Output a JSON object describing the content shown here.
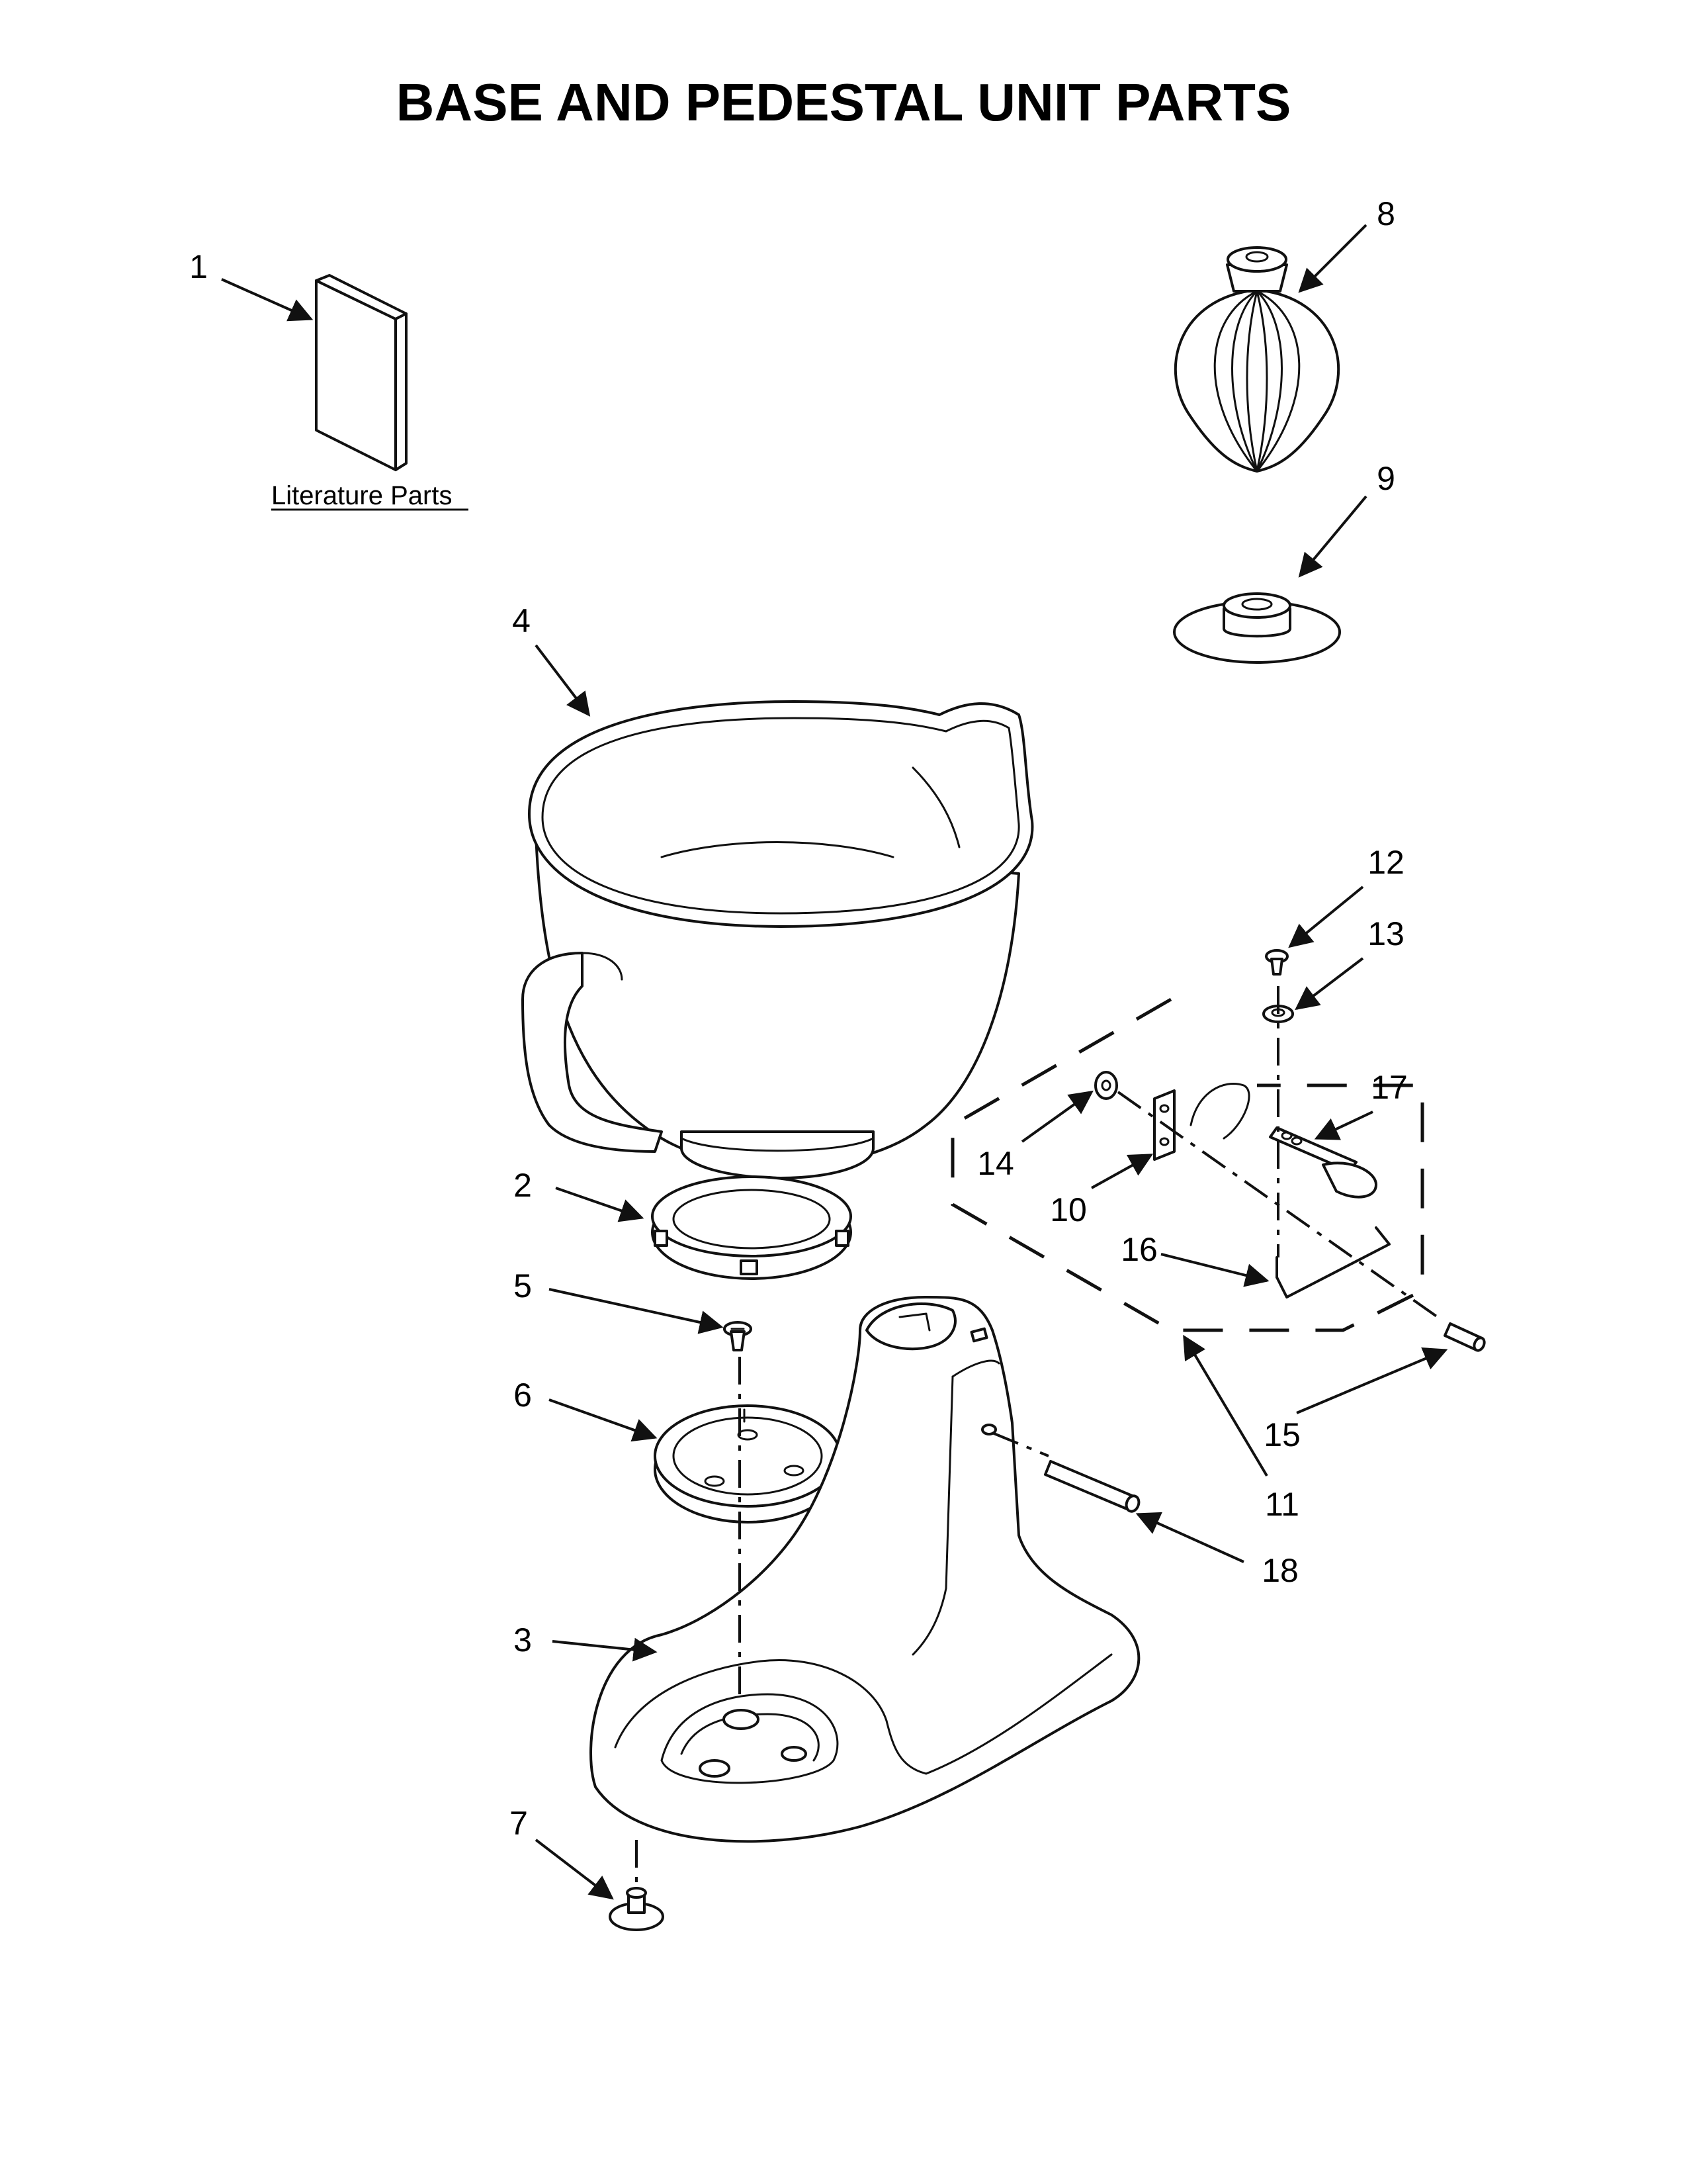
{
  "title": "BASE AND PEDESTAL UNIT PARTS",
  "literature_label": "Literature Parts",
  "callouts": {
    "c1": "1",
    "c2": "2",
    "c3": "3",
    "c4": "4",
    "c5": "5",
    "c6": "6",
    "c7": "7",
    "c8": "8",
    "c9": "9",
    "c10": "10",
    "c11": "11",
    "c12": "12",
    "c13": "13",
    "c14": "14",
    "c15": "15",
    "c16": "16",
    "c17": "17",
    "c18": "18"
  }
}
